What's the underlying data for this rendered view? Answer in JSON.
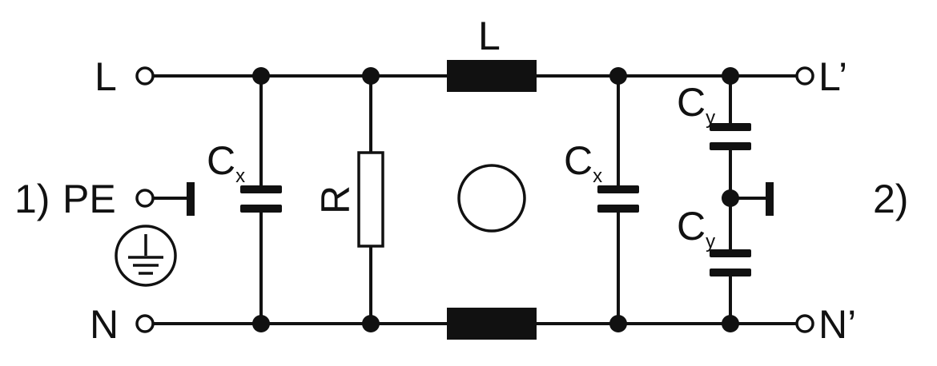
{
  "colors": {
    "ink": "#111111",
    "background": "#ffffff"
  },
  "labels": {
    "line_in": "L",
    "neutral_in": "N",
    "earth_group": "1)",
    "earth_in": "PE",
    "line_out": "L’",
    "neutral_out": "N’",
    "output_group": "2)",
    "inductor": "L",
    "resistor": "R",
    "cap_x_main": "C",
    "cap_x_sub": "x",
    "cap_y_main": "C",
    "cap_y_sub": "y"
  },
  "icons": {
    "earth": "protective-earth-icon",
    "core": "toroid-core-icon"
  }
}
